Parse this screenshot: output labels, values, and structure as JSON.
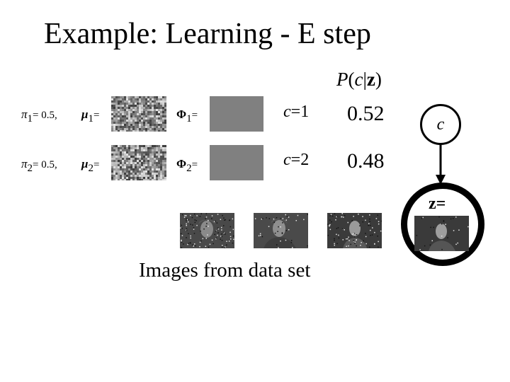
{
  "slide": {
    "title": "Example: Learning - E step",
    "posterior_header": {
      "p": "P",
      "open": "(",
      "c": "c",
      "bar": "|",
      "z": "z",
      "close": ")"
    },
    "rows": [
      {
        "pi": "π",
        "pi_sub": "1",
        "pi_val": "= 0.5,",
        "mu": "μ",
        "mu_sub": "1",
        "mu_eq": "=",
        "phi": "Φ",
        "phi_sub": "1",
        "phi_eq": "=",
        "c_var": "c",
        "c_eq": "=1",
        "prob": "0.52"
      },
      {
        "pi": "π",
        "pi_sub": "2",
        "pi_val": "= 0.5,",
        "mu": "μ",
        "mu_sub": "2",
        "mu_eq": "=",
        "phi": "Φ",
        "phi_sub": "2",
        "phi_eq": "=",
        "c_var": "c",
        "c_eq": "=2",
        "prob": "0.48"
      }
    ],
    "caption": "Images from data set",
    "graph": {
      "c_node": "c",
      "z_node": "z="
    },
    "colors": {
      "phi_fill": "#808080",
      "noise_base": "#9a9a9a"
    }
  }
}
